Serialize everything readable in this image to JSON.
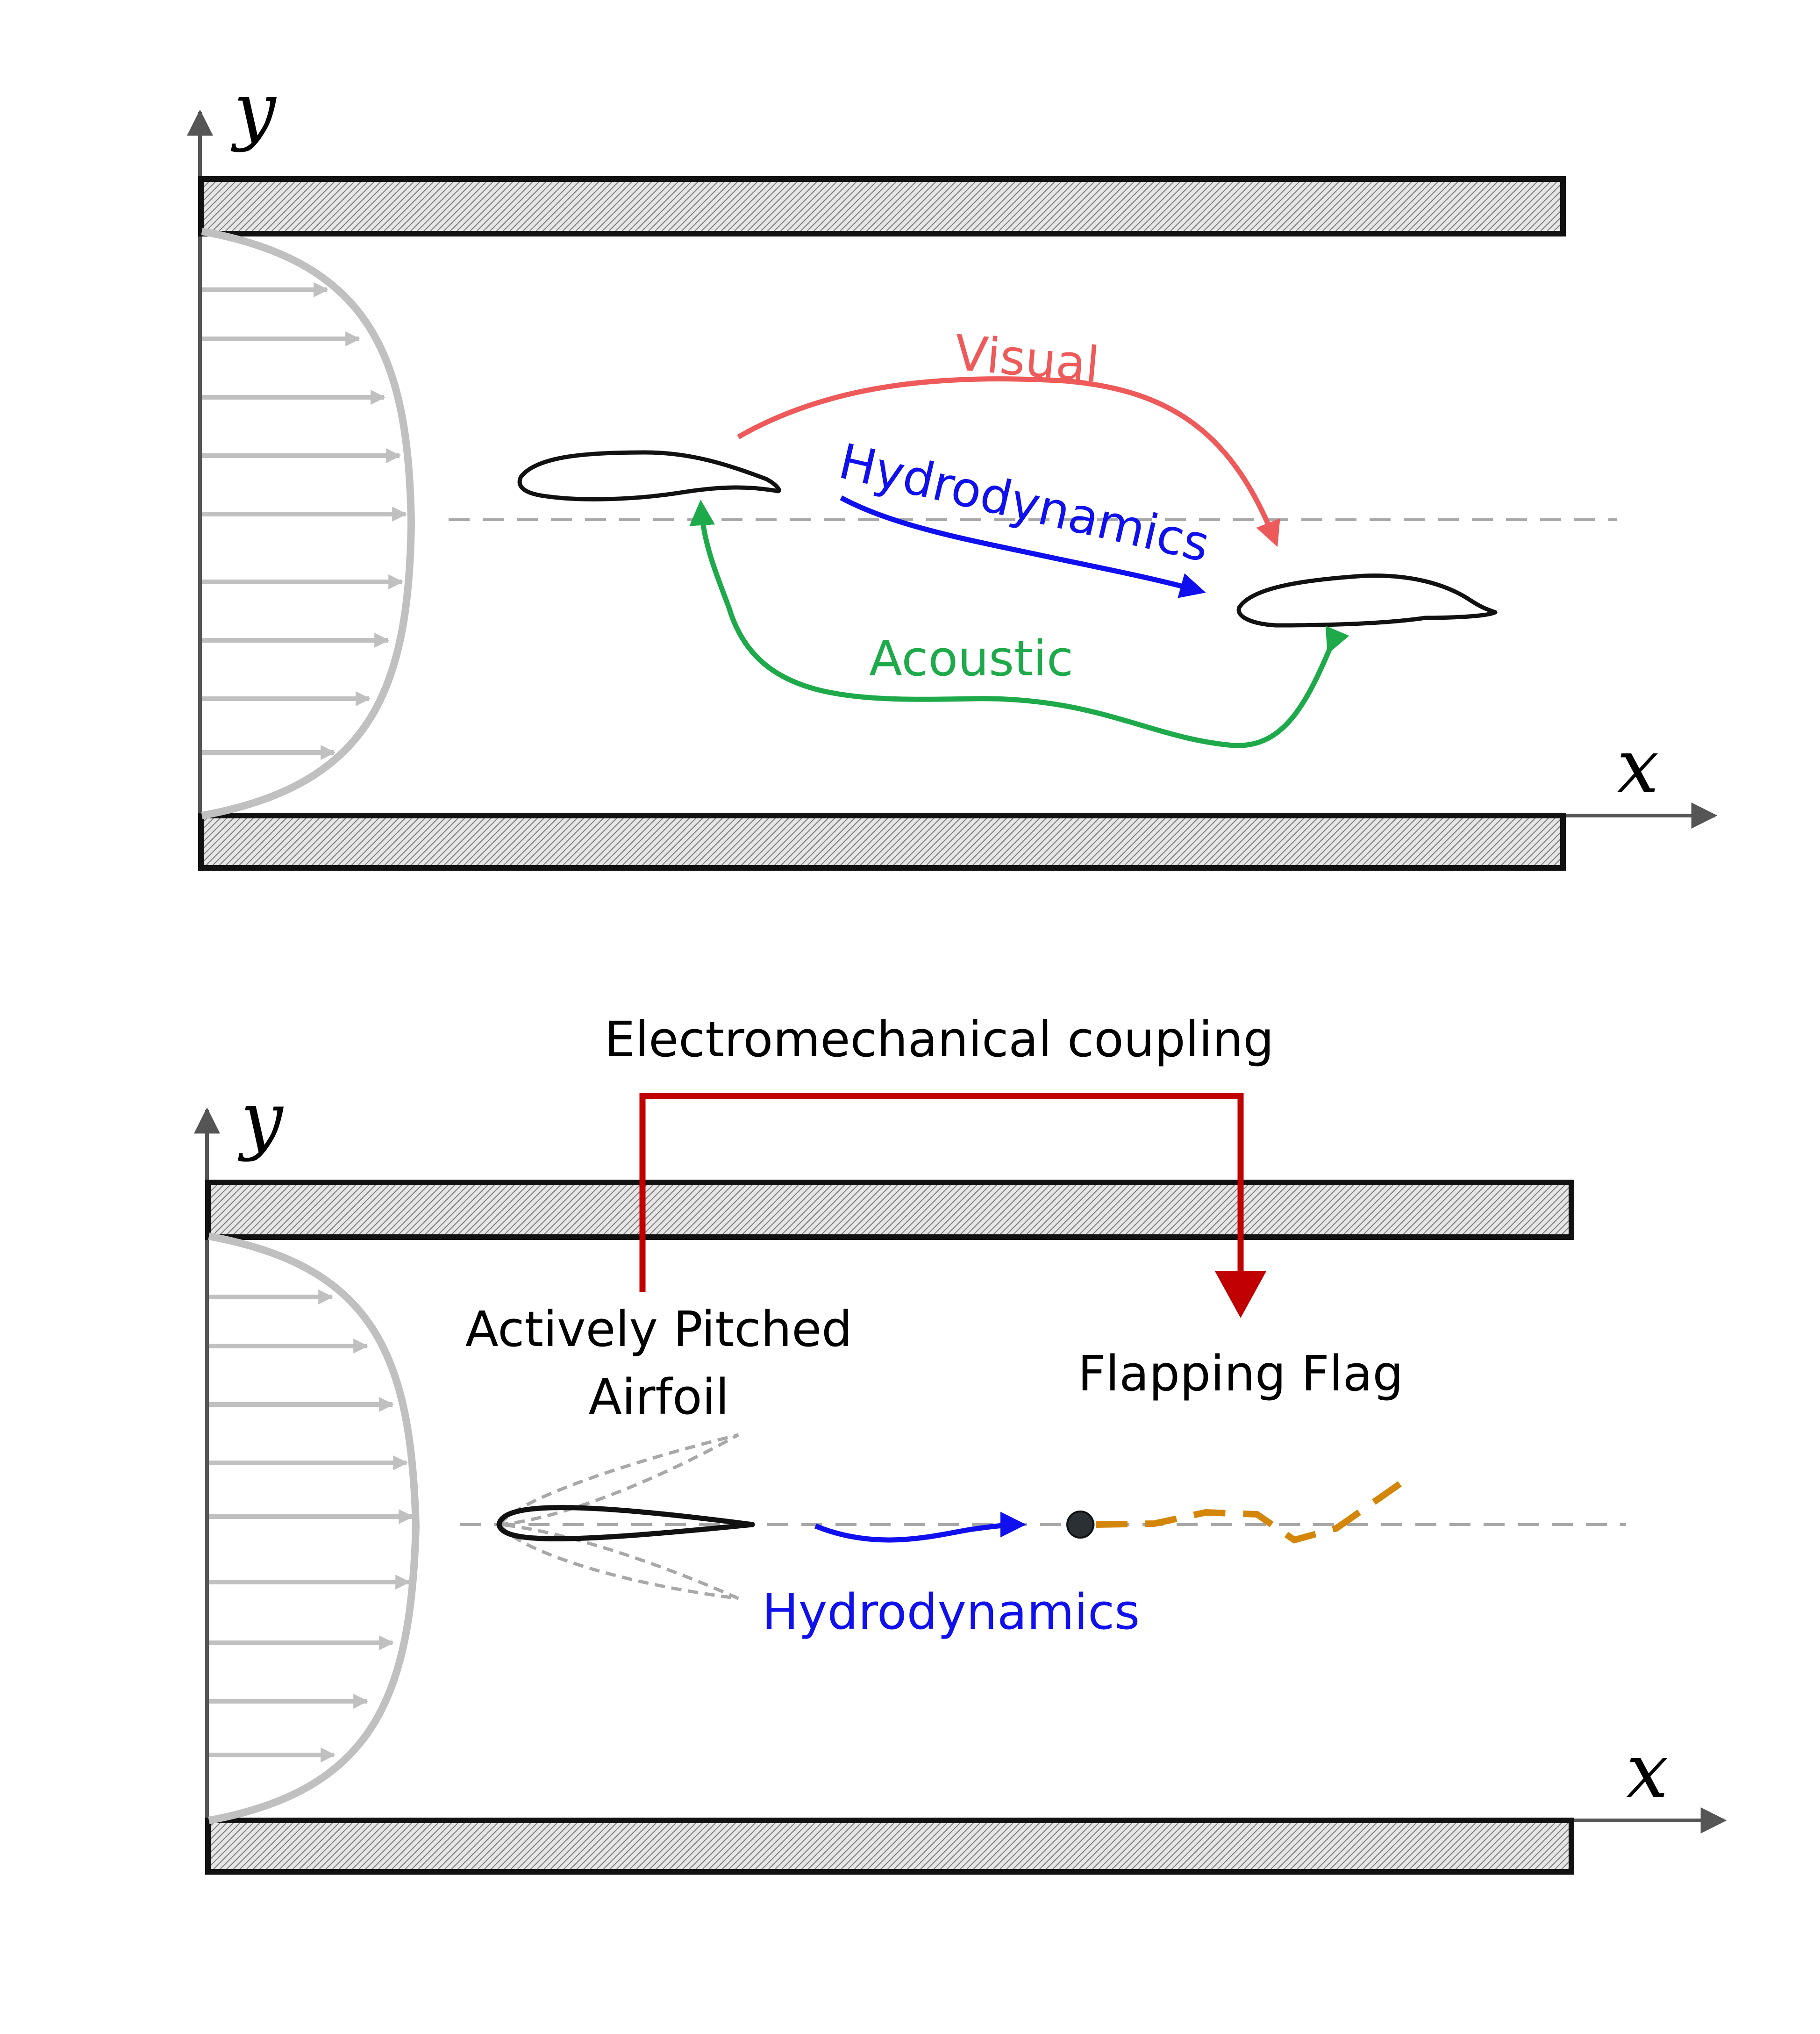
{
  "panels": {
    "top": {
      "axis_y": "y",
      "axis_x": "x",
      "labels": {
        "visual": "Visual",
        "hydrodynamics": "Hydrodynamics",
        "acoustic": "Acoustic"
      }
    },
    "bottom": {
      "axis_y": "y",
      "axis_x": "x",
      "labels": {
        "coupling": "Electromechanical coupling",
        "airfoil_line1": "Actively Pitched",
        "airfoil_line2": "Airfoil",
        "flag": "Flapping Flag",
        "hydrodynamics": "Hydrodynamics"
      }
    }
  },
  "colors": {
    "visual": "#ee5a5a",
    "hydrodynamics": "#1010ee",
    "acoustic": "#1eaa4a",
    "coupling": "#c00000",
    "flag": "#d4860a",
    "profile": "#c0c0c0",
    "axis": "#555555",
    "wall": "#111111"
  }
}
